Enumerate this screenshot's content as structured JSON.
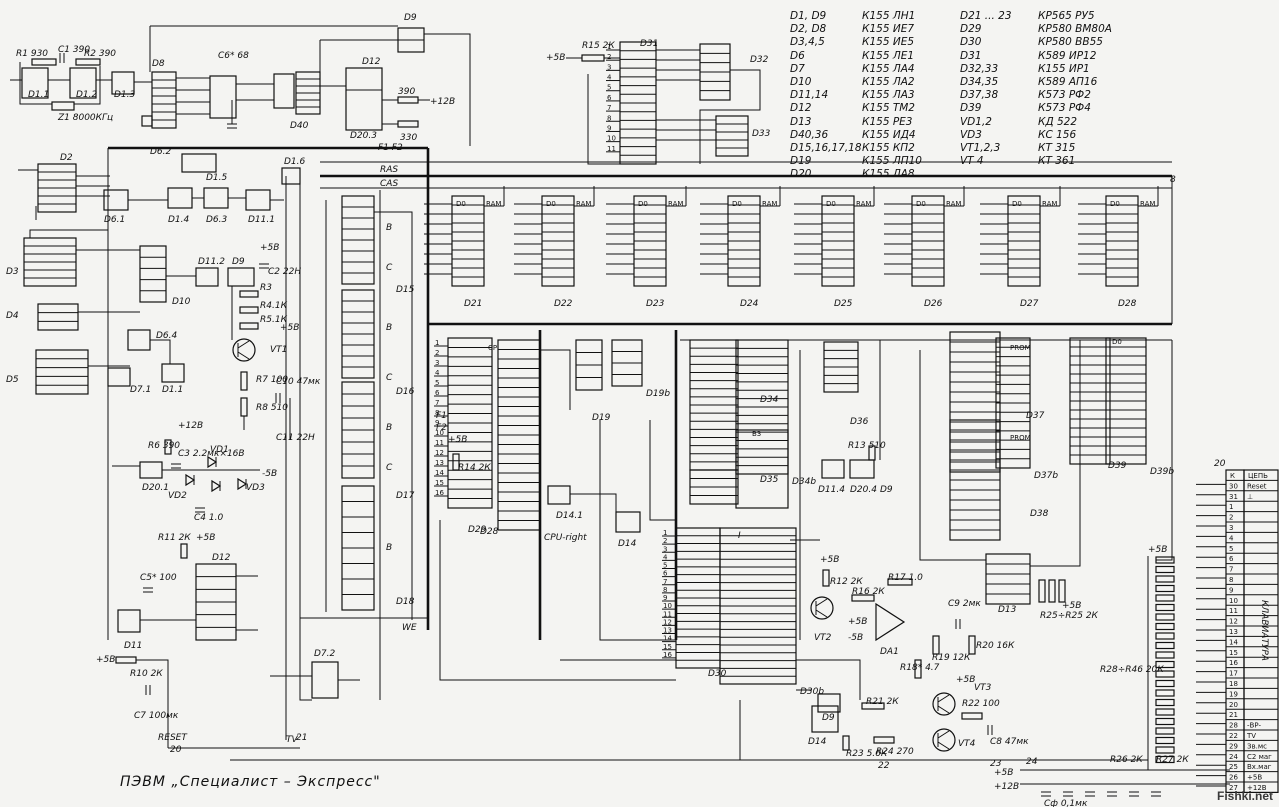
{
  "title": "ПЭВМ „Специалист – Экспресс\"",
  "watermark": "Fishki.net",
  "parts_table": [
    [
      "D1, D9",
      "К155 ЛН1",
      "D21 ... 23",
      "КР565 РУ5"
    ],
    [
      "D2, D8",
      "К155 ИЕ7",
      "D29",
      "КР580 ВМ80А"
    ],
    [
      "D3,4,5",
      "К155 ИЕ5",
      "D30",
      "КР580 ВВ55"
    ],
    [
      "D6",
      "К155 ЛЕ1",
      "D31",
      "К589 ИР12"
    ],
    [
      "D7",
      "К155 ЛА4",
      "D32,33",
      "К155 ИР1"
    ],
    [
      "D10",
      "К155 ЛА2",
      "D34,35",
      "К589 АП16"
    ],
    [
      "D11,14",
      "К155 ЛА3",
      "D37,38",
      "К573 РФ2"
    ],
    [
      "D12",
      "К155 ТМ2",
      "D39",
      "К573 РФ4"
    ],
    [
      "D13",
      "К155 РЕ3",
      "VD1,2",
      "КД 522"
    ],
    [
      "D40,36",
      "К155 ИД4",
      "VD3",
      "КС 156"
    ],
    [
      "D15,16,17,18",
      "К155 КП2",
      "VT1,2,3",
      "КТ 315"
    ],
    [
      "D19",
      "К155 ЛП10",
      "VT 4",
      "КТ 361"
    ],
    [
      "D20",
      "К155 ЛА8",
      "",
      ""
    ]
  ],
  "chips": [
    {
      "id": "D8",
      "label": "D8"
    },
    {
      "id": "D9",
      "label": "D9"
    },
    {
      "id": "D12",
      "label": "D12"
    },
    {
      "id": "D31",
      "label": "D31"
    },
    {
      "id": "D32",
      "label": "D32"
    },
    {
      "id": "D33",
      "label": "D33"
    },
    {
      "id": "D40",
      "label": "D40"
    },
    {
      "id": "D2",
      "label": "D2"
    },
    {
      "id": "D10",
      "label": "D10"
    },
    {
      "id": "D15",
      "label": "D15"
    },
    {
      "id": "D16",
      "label": "D16"
    },
    {
      "id": "D17",
      "label": "D17"
    },
    {
      "id": "D18",
      "label": "D18"
    },
    {
      "id": "D21",
      "label": "D21"
    },
    {
      "id": "D22",
      "label": "D22"
    },
    {
      "id": "D23",
      "label": "D23"
    },
    {
      "id": "D24",
      "label": "D24"
    },
    {
      "id": "D25",
      "label": "D25"
    },
    {
      "id": "D26",
      "label": "D26"
    },
    {
      "id": "D27",
      "label": "D27"
    },
    {
      "id": "D28",
      "label": "D28"
    },
    {
      "id": "D29",
      "label": "D29"
    },
    {
      "id": "D30",
      "label": "D30"
    },
    {
      "id": "D34",
      "label": "D34"
    },
    {
      "id": "D35",
      "label": "D35"
    },
    {
      "id": "D36",
      "label": "D36"
    },
    {
      "id": "D37",
      "label": "D37"
    },
    {
      "id": "D38",
      "label": "D38"
    },
    {
      "id": "D39",
      "label": "D39"
    },
    {
      "id": "D13",
      "label": "D13"
    }
  ],
  "labels": {
    "r1": "R1 930",
    "c1": "C1 390",
    "r2": "R2 390",
    "z1": "Z1 8000КГц",
    "c6": "C6* 68",
    "r15": "R15 2К",
    "p5v_1": "+5В",
    "p12v_1": "+12В",
    "ras": "RAS",
    "cas": "CAS",
    "we": "WE",
    "f1": "F1",
    "f2": "F2",
    "v390": "390",
    "v330": "330",
    "r3": "R3",
    "r4": "R4.1К",
    "r5": "R5.1К",
    "vt1": "VT1",
    "r7": "R7 100",
    "r8": "R8 510",
    "c10": "C10 47мк",
    "c2": "C2 22Н",
    "c11": "C11 22Н",
    "r6": "R6 390",
    "c3": "C3 2.2мк×16В",
    "vd1": "VD1",
    "vd2": "VD2",
    "vd3": "VD3",
    "c4": "C4 1.0",
    "m5v": "-5В",
    "p12v_2": "+12В",
    "r11": "R11 2К",
    "c5": "C5* 100",
    "p5v_2": "+5В",
    "r10": "R10 2К",
    "c7": "C7 100мк",
    "reset": "RESET",
    "tv": "TV",
    "r14": "R14 2К",
    "r12": "R12 2К",
    "vt2": "VT2",
    "r16": "R16 2К",
    "r17": "R17 1.0",
    "da1": "DA1",
    "c9": "C9 2мк",
    "r19": "R19 12К",
    "r20": "R20 16К",
    "r18": "R18* 4.7",
    "vt3": "VT3",
    "vt4": "VT4",
    "r21": "R21 2К",
    "r22": "R22 100",
    "r23": "R23 5.6К",
    "r24": "R24 270",
    "c8": "C8 47мк",
    "r13": "R13 510",
    "r25": "R25÷R25 2К",
    "r28": "R28÷R46 20К",
    "r26": "R26 2К",
    "r27": "R27 2К",
    "keyboard": "КЛАВИАТУРА",
    "cf": "Cф 0,1мк",
    "p5v_bot": "+5В",
    "p12v_bot": "+12В",
    "num24": "24",
    "num23": "23",
    "num20": "20",
    "num21": "21",
    "num22": "22"
  },
  "connector_pins": [
    [
      "30",
      "Reset"
    ],
    [
      "31",
      "⊥"
    ],
    [
      "1",
      ""
    ],
    [
      "2",
      ""
    ],
    [
      "3",
      ""
    ],
    [
      "4",
      ""
    ],
    [
      "5",
      ""
    ],
    [
      "6",
      ""
    ],
    [
      "7",
      ""
    ],
    [
      "8",
      ""
    ],
    [
      "9",
      ""
    ],
    [
      "10",
      ""
    ],
    [
      "11",
      ""
    ],
    [
      "12",
      ""
    ],
    [
      "13",
      ""
    ],
    [
      "14",
      ""
    ],
    [
      "15",
      ""
    ],
    [
      "16",
      ""
    ],
    [
      "17",
      ""
    ],
    [
      "18",
      ""
    ],
    [
      "19",
      ""
    ],
    [
      "20",
      ""
    ],
    [
      "21",
      ""
    ],
    [
      "28",
      "-ВР-"
    ],
    [
      "22",
      "TV"
    ],
    [
      "29",
      "Зв.мс"
    ],
    [
      "24",
      "C2 маг"
    ],
    [
      "25",
      "Вх.маг"
    ],
    [
      "26",
      "+5В"
    ],
    [
      "27",
      "+12В"
    ]
  ],
  "connector_header": [
    "К",
    "ЦЕПЬ"
  ]
}
